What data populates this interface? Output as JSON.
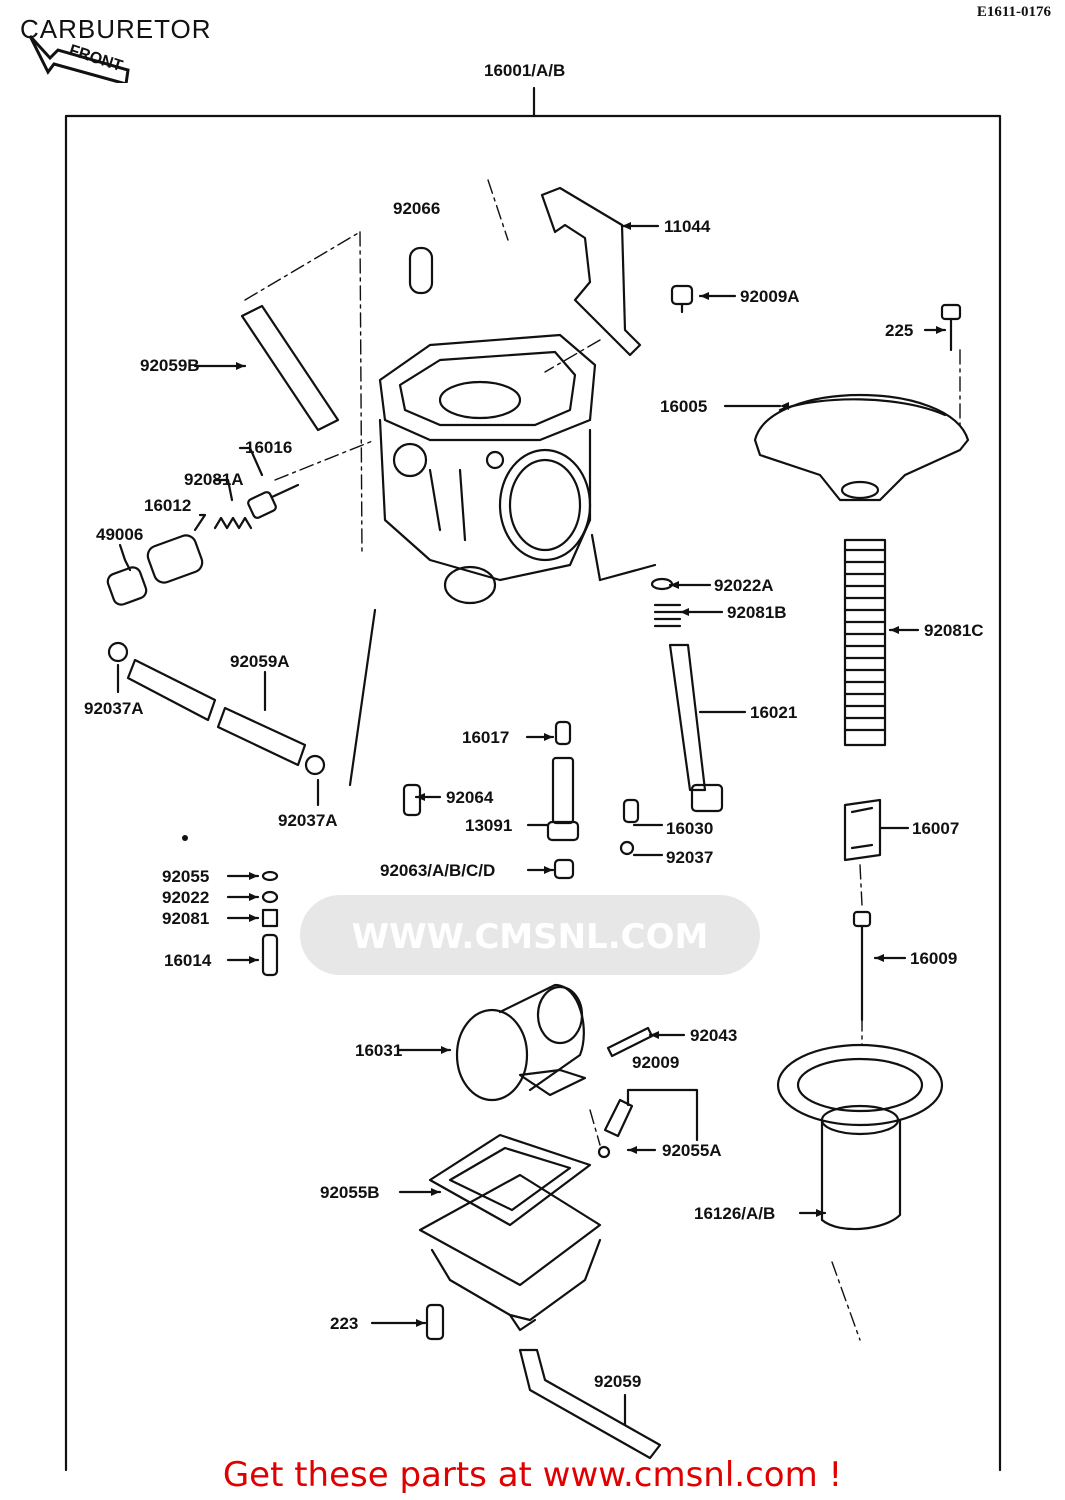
{
  "page": {
    "title": "CARBURETOR",
    "ref_code": "E1611-0176",
    "front_label": "FRONT",
    "watermark_text": "WWW.CMSNL.COM",
    "footer_link": "Get these parts at www.cmsnl.com !"
  },
  "colors": {
    "line": "#111111",
    "watermark": "#e7e7e7",
    "footer": "#e00000"
  },
  "parts": {
    "p16001": "16001/A/B",
    "p92066": "92066",
    "p11044": "11044",
    "p92009A": "92009A",
    "p225": "225",
    "p92059B": "92059B",
    "p16005": "16005",
    "p16016": "16016",
    "p92081A": "92081A",
    "p16012": "16012",
    "p49006": "49006",
    "p92022A": "92022A",
    "p92081B": "92081B",
    "p92081C": "92081C",
    "p92059A": "92059A",
    "p92037A_1": "92037A",
    "p16021": "16021",
    "p16017": "16017",
    "p92064": "92064",
    "p13091": "13091",
    "p16030": "16030",
    "p16007": "16007",
    "p92037A_2": "92037A",
    "p92037": "92037",
    "p92063": "92063/A/B/C/D",
    "p92055": "92055",
    "p92022": "92022",
    "p92081": "92081",
    "p16014": "16014",
    "p16009": "16009",
    "p92043": "92043",
    "p16031": "16031",
    "p92009": "92009",
    "p92055A": "92055A",
    "p92055B": "92055B",
    "p16126": "16126/A/B",
    "p223": "223",
    "p92059": "92059"
  }
}
